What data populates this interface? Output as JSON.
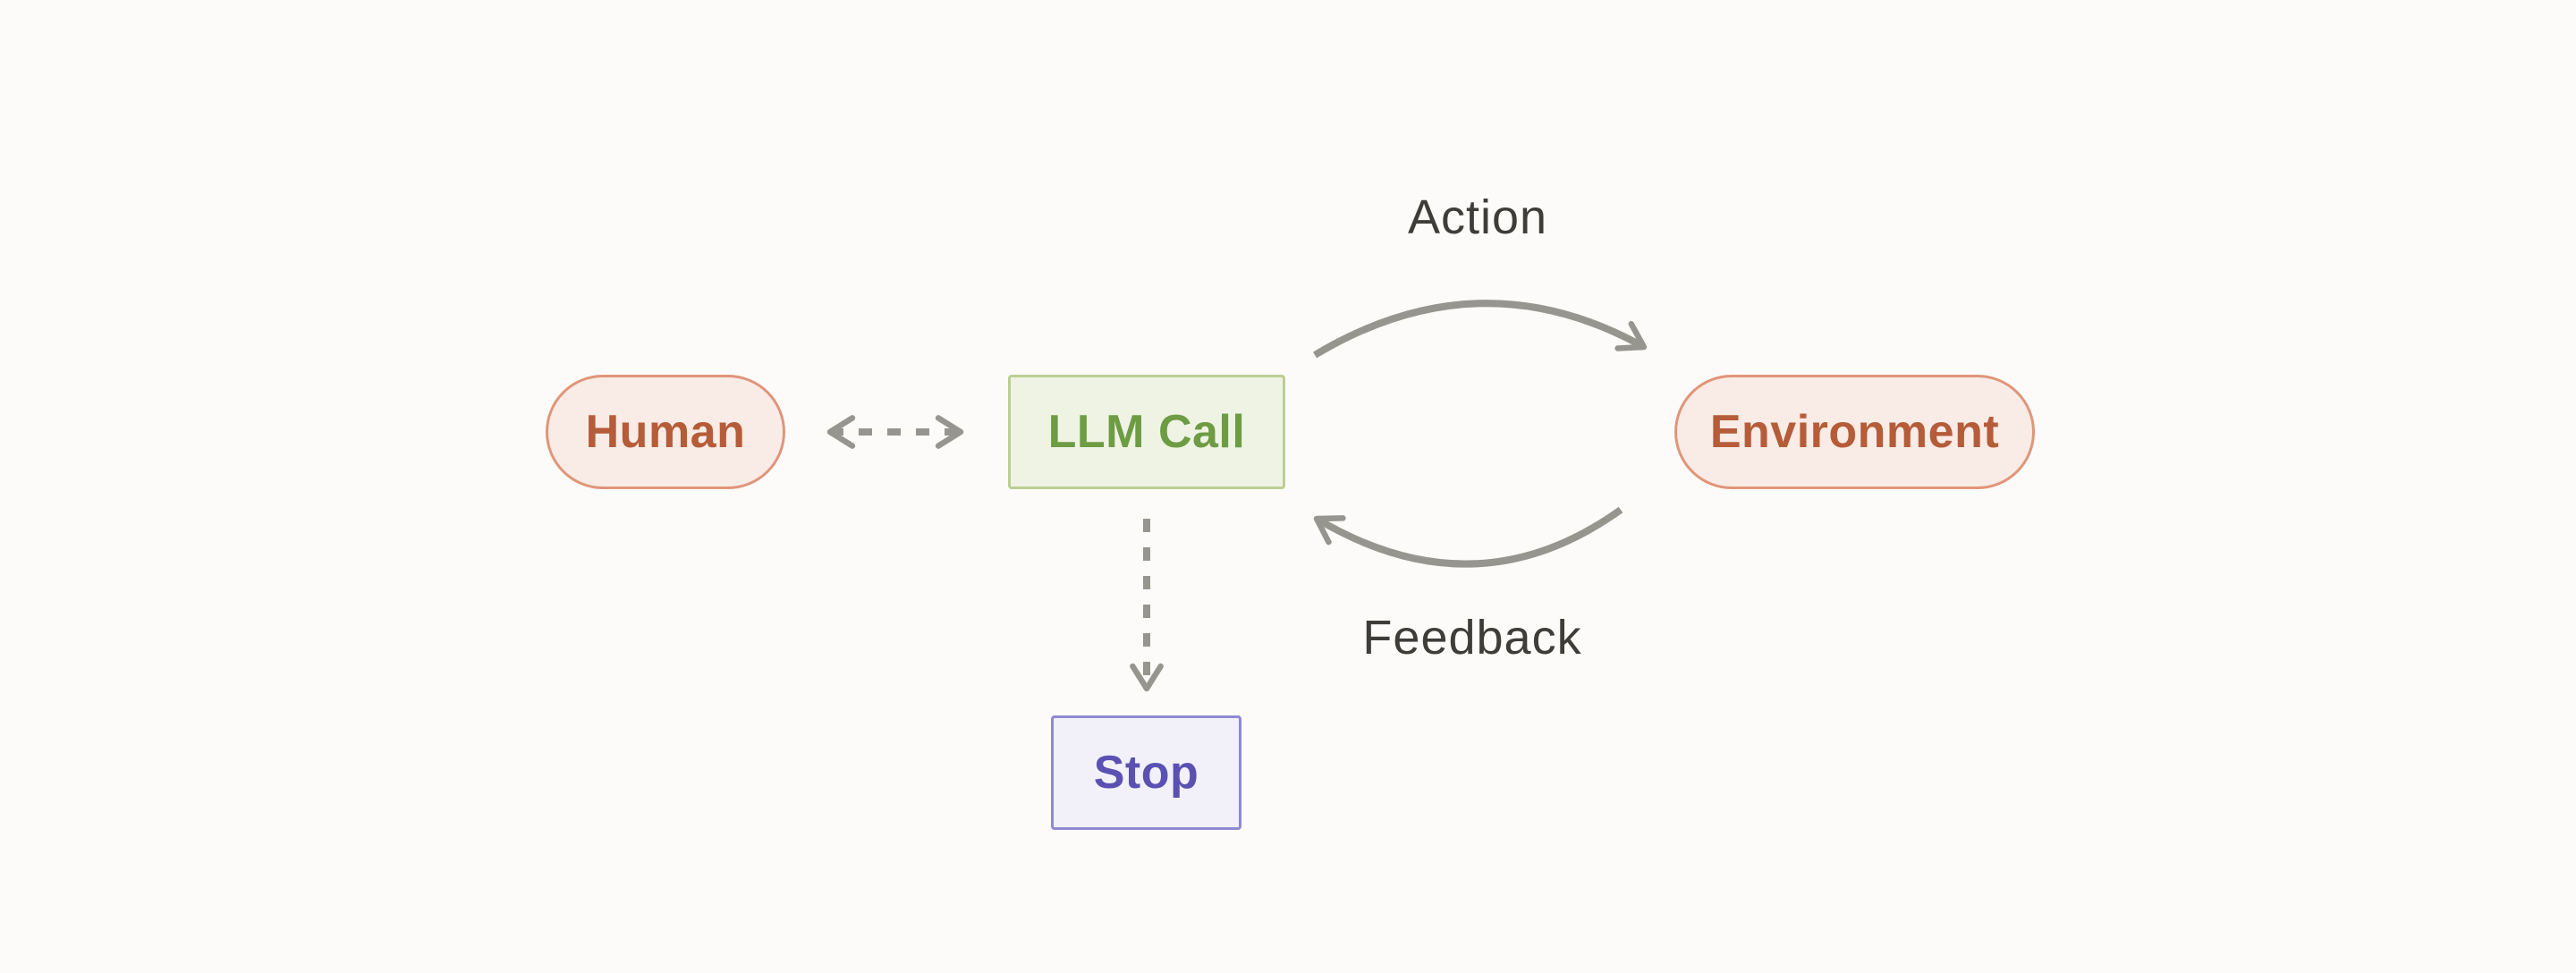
{
  "diagram": {
    "title": "agent-loop",
    "nodes": {
      "human": {
        "label": "Human",
        "shape": "pill"
      },
      "llm_call": {
        "label": "LLM Call",
        "shape": "rectangle"
      },
      "environment": {
        "label": "Environment",
        "shape": "pill"
      },
      "stop": {
        "label": "Stop",
        "shape": "rectangle"
      }
    },
    "edges": {
      "action": {
        "label": "Action",
        "from": "llm_call",
        "to": "environment",
        "style": "curved-solid"
      },
      "feedback": {
        "label": "Feedback",
        "from": "environment",
        "to": "llm_call",
        "style": "curved-solid"
      },
      "human_llm": {
        "label": "",
        "from": "human",
        "to": "llm_call",
        "style": "dashed-bidirectional"
      },
      "llm_stop": {
        "label": "",
        "from": "llm_call",
        "to": "stop",
        "style": "dashed"
      }
    },
    "colors": {
      "background": "#fcfbf9",
      "peach_fill": "#f9ebe5",
      "peach_border": "#df9679",
      "peach_text": "#b55c39",
      "green_fill": "#eff3e4",
      "green_border": "#bacf93",
      "green_text": "#6d9c43",
      "purple_fill": "#f2f1f9",
      "purple_border": "#9089d2",
      "purple_text": "#5a51b2",
      "arrow": "#97958f",
      "label_text": "#3e3d3a"
    }
  }
}
